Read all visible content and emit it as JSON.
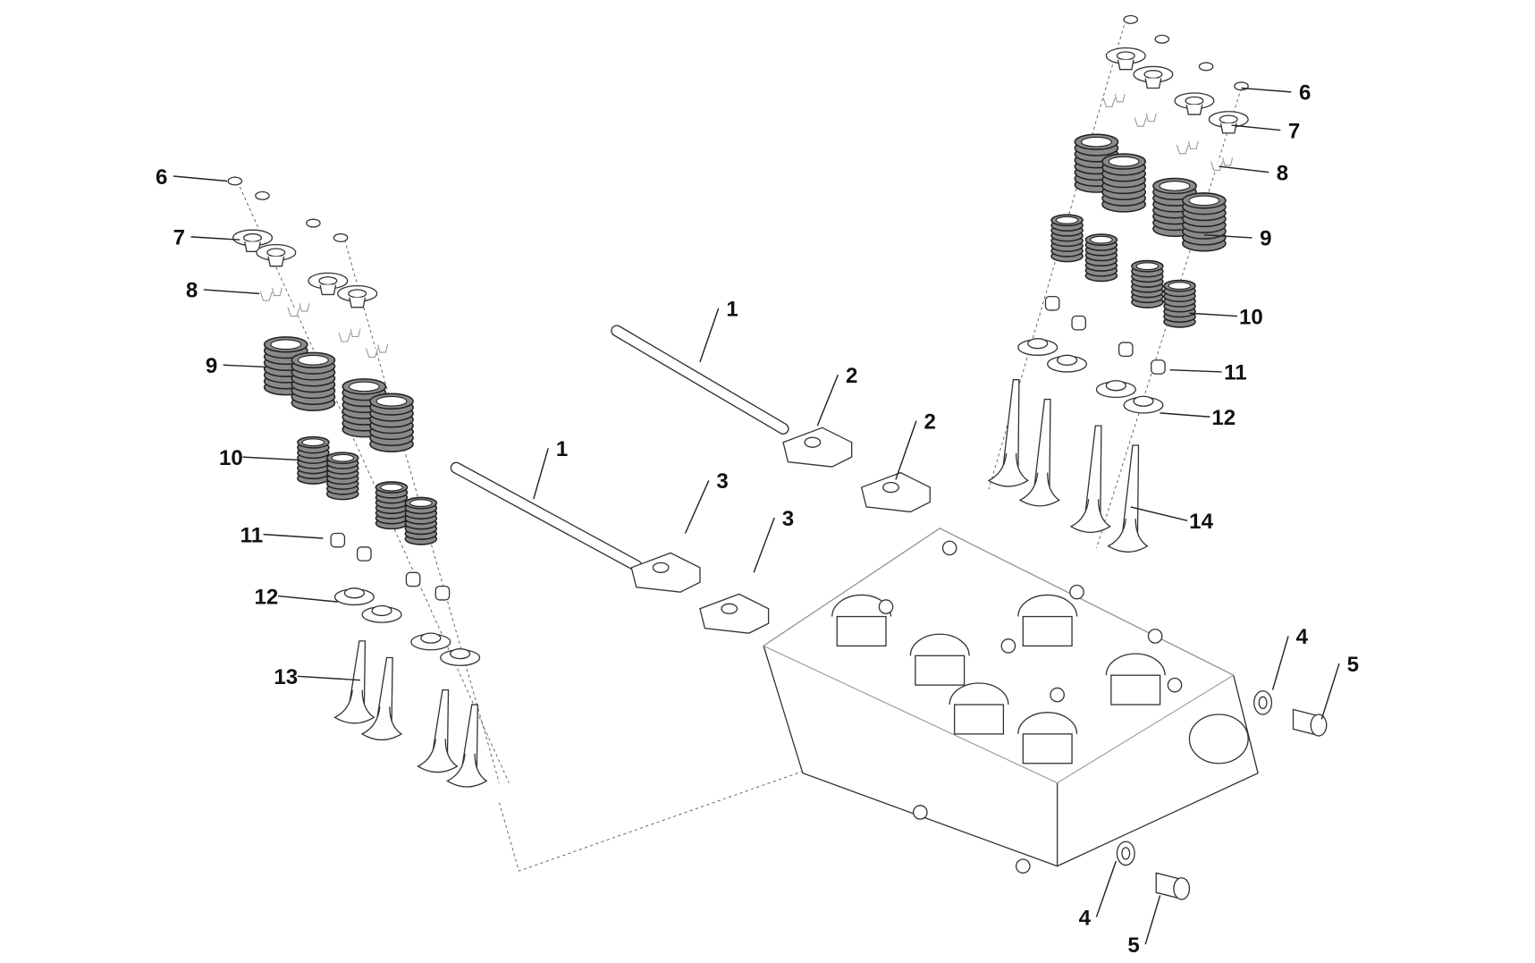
{
  "diagram": {
    "title": "Cylinder head and valves exploded view",
    "callouts": [
      "6",
      "7",
      "8",
      "9",
      "10",
      "11",
      "12",
      "13",
      "1",
      "1",
      "2",
      "2",
      "3",
      "3",
      "6",
      "7",
      "8",
      "9",
      "10",
      "11",
      "12",
      "14",
      "4",
      "5",
      "4",
      "5"
    ],
    "colors": {
      "ink": "#111111",
      "spring": "#8a8a8a",
      "background": "#ffffff"
    }
  }
}
